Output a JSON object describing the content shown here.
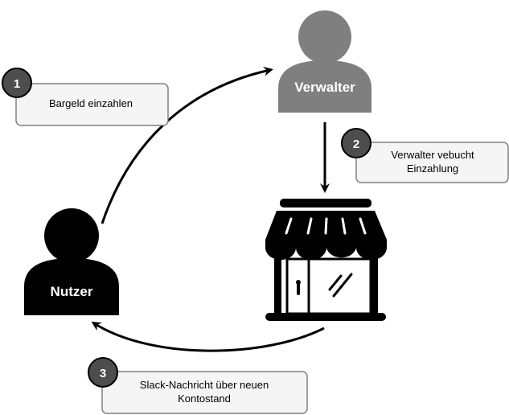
{
  "actors": {
    "admin": {
      "label": "Verwalter",
      "icon": "person-icon",
      "color": "#7f7f7f"
    },
    "user": {
      "label": "Nutzer",
      "icon": "person-icon",
      "color": "#000000"
    }
  },
  "shop": {
    "icon": "shop-icon"
  },
  "steps": [
    {
      "number": "1",
      "line1": "Bargeld einzahlen",
      "line2": ""
    },
    {
      "number": "2",
      "line1": "Verwalter vebucht",
      "line2": "Einzahlung"
    },
    {
      "number": "3",
      "line1": "Slack-Nachricht über neuen",
      "line2": "Kontostand"
    }
  ],
  "colors": {
    "badge": "#4d4d4d",
    "box_fill": "#f5f5f5",
    "box_border": "#808080"
  }
}
